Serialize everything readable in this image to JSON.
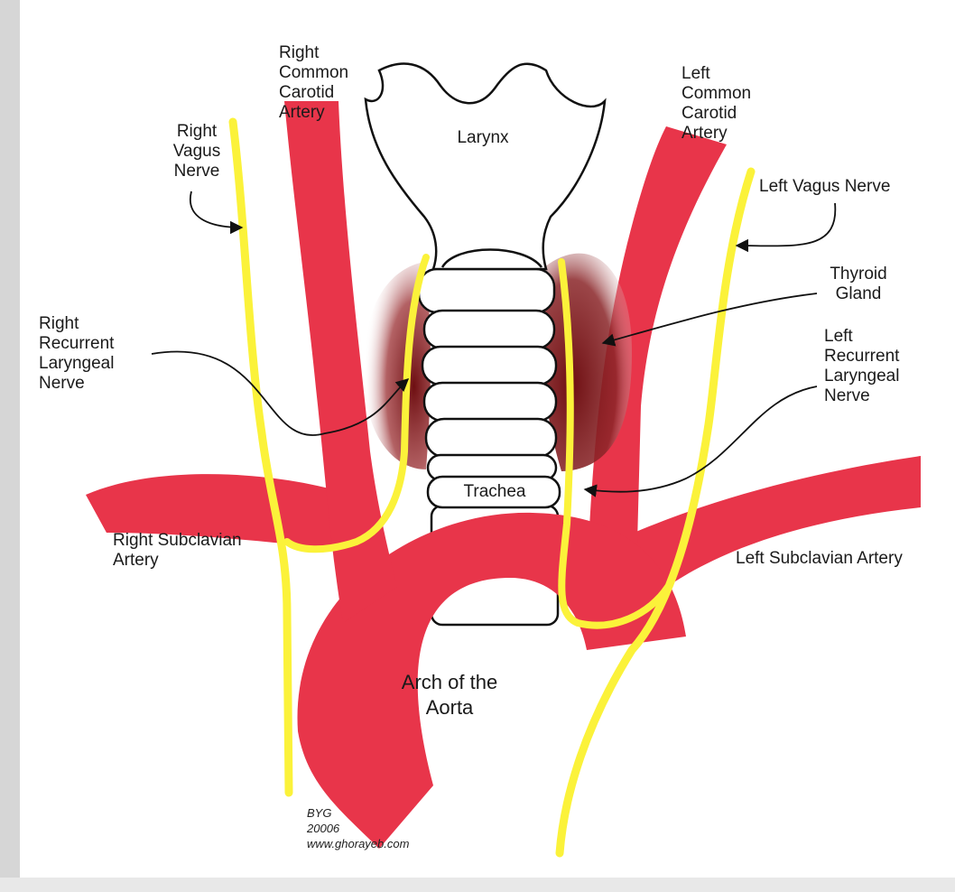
{
  "labels": {
    "right_common_carotid": "Right\nCommon\nCarotid\nArtery",
    "larynx": "Larynx",
    "left_common_carotid": "Left\nCommon\nCarotid\nArtery",
    "right_vagus": "Right\nVagus\nNerve",
    "left_vagus": "Left Vagus Nerve",
    "thyroid": "Thyroid\nGland",
    "right_recurrent": "Right\nRecurrent\nLaryngeal\nNerve",
    "left_recurrent": "Left\nRecurrent\nLaryngeal\nNerve",
    "trachea": "Trachea",
    "right_subclavian": "Right Subclavian\nArtery",
    "left_subclavian": "Left Subclavian Artery",
    "aorta": "Arch of the\nAorta"
  },
  "credit": "BYG\n20006\nwww.ghorayeb.com",
  "colors": {
    "artery": "#e8354a",
    "nerve": "#fbf23a",
    "thyroid": "#6e0f12",
    "outline": "#111111",
    "text": "#1a1a1a"
  }
}
